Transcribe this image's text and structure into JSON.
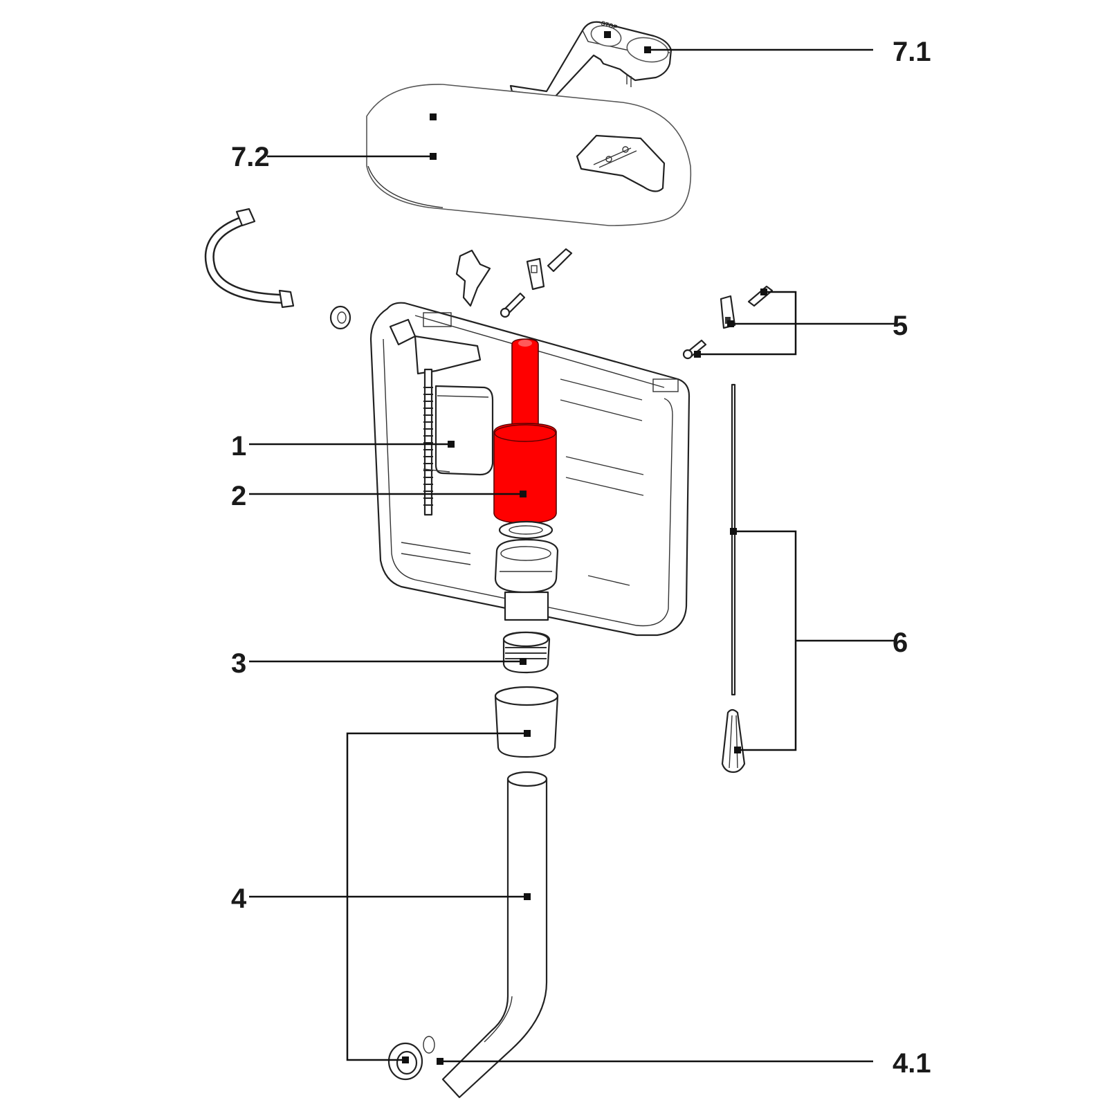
{
  "diagram": {
    "type": "exploded-parts-view",
    "subject": "concealed toilet cistern assembly",
    "highlight_color": "#ff0000",
    "highlighted_part": "2",
    "button_panel_text": "STOP",
    "callouts": [
      {
        "id": "7.1",
        "label": "7.1",
        "part": "flush-button-plate",
        "side": "right"
      },
      {
        "id": "7.2",
        "label": "7.2",
        "part": "cistern-lid",
        "side": "left"
      },
      {
        "id": "5",
        "label": "5",
        "part": "mounting-brackets-and-screws",
        "side": "right"
      },
      {
        "id": "1",
        "label": "1",
        "part": "fill-valve",
        "side": "left"
      },
      {
        "id": "2",
        "label": "2",
        "part": "flush-valve",
        "side": "left",
        "highlighted": true
      },
      {
        "id": "6",
        "label": "6",
        "part": "actuator-rod-and-cap",
        "side": "right"
      },
      {
        "id": "3",
        "label": "3",
        "part": "outlet-nut",
        "side": "left"
      },
      {
        "id": "4",
        "label": "4",
        "part": "flush-pipe",
        "side": "left"
      },
      {
        "id": "4.1",
        "label": "4.1",
        "part": "pipe-seals",
        "side": "right"
      }
    ]
  }
}
